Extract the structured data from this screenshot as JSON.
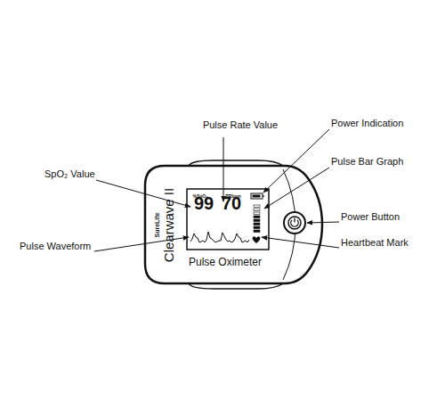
{
  "diagram": {
    "labels": [
      "Pulse Rate Value",
      "Power Indication",
      "Pulse Bar Graph",
      "SpO₂ Value",
      "Power Button",
      "Pulse Waveform",
      "Heartbeat Mark",
      "SureLife",
      "Clearwave II",
      "Pulse Oximeter",
      "99",
      "70",
      "%SpO₂",
      "PRbpm"
    ]
  }
}
